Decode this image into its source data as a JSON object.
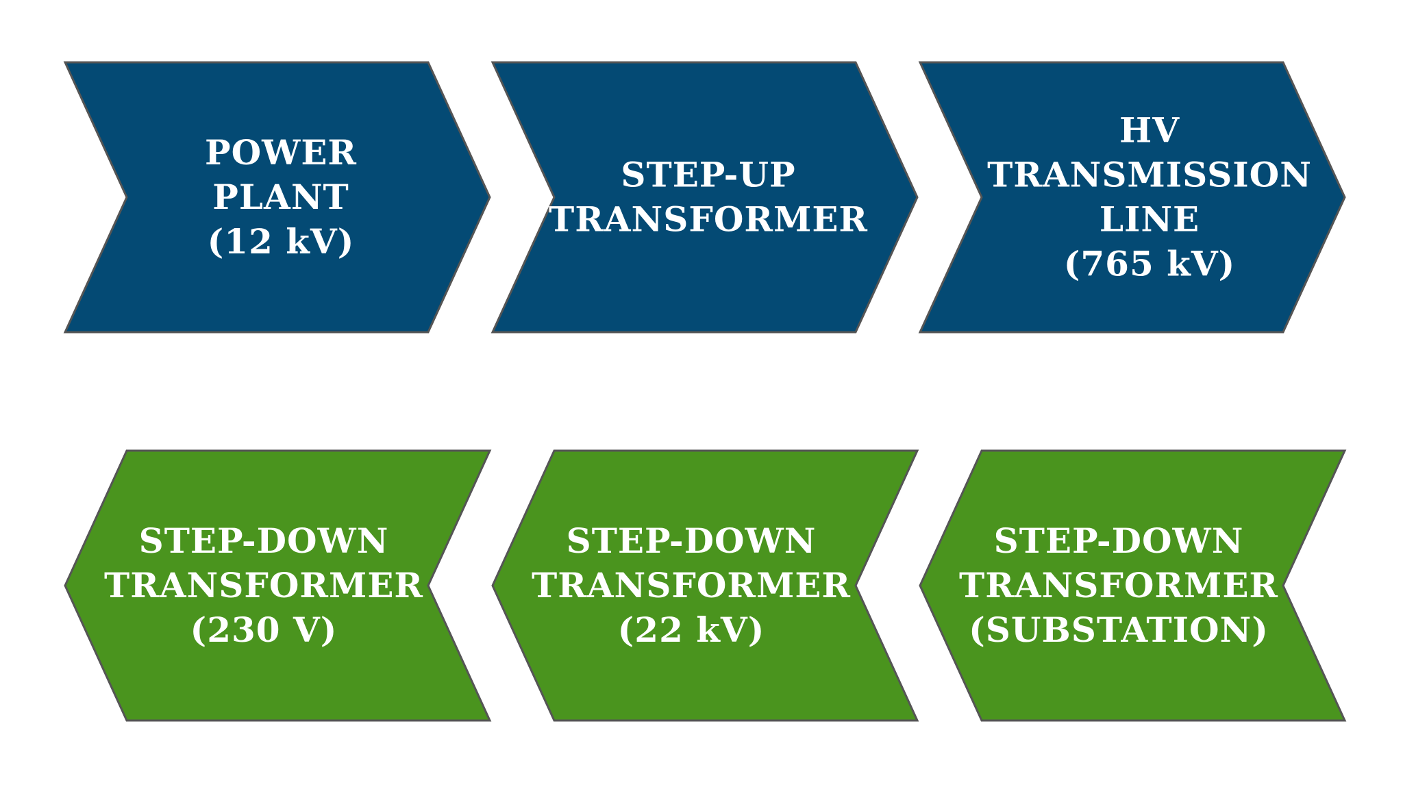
{
  "colors": {
    "top_row_fill": "#044a74",
    "bottom_row_fill": "#4a941e",
    "outline": "#555555",
    "text": "#ffffff"
  },
  "top_row": [
    {
      "name": "chevron-power-plant",
      "lines": [
        "POWER",
        "PLANT",
        "(12 kV)"
      ]
    },
    {
      "name": "chevron-step-up-transformer",
      "lines": [
        "STEP-UP",
        "TRANSFORMER"
      ]
    },
    {
      "name": "chevron-hv-transmission-line",
      "lines": [
        "HV",
        "TRANSMISSION",
        "LINE",
        "(765 kV)"
      ]
    }
  ],
  "bottom_row": [
    {
      "name": "chevron-step-down-230v",
      "lines": [
        "STEP-DOWN",
        "TRANSFORMER",
        "(230 V)"
      ]
    },
    {
      "name": "chevron-step-down-22kv",
      "lines": [
        "STEP-DOWN",
        "TRANSFORMER",
        "(22 kV)"
      ]
    },
    {
      "name": "chevron-step-down-substation",
      "lines": [
        "STEP-DOWN",
        "TRANSFORMER",
        "(SUBSTATION)"
      ]
    }
  ]
}
